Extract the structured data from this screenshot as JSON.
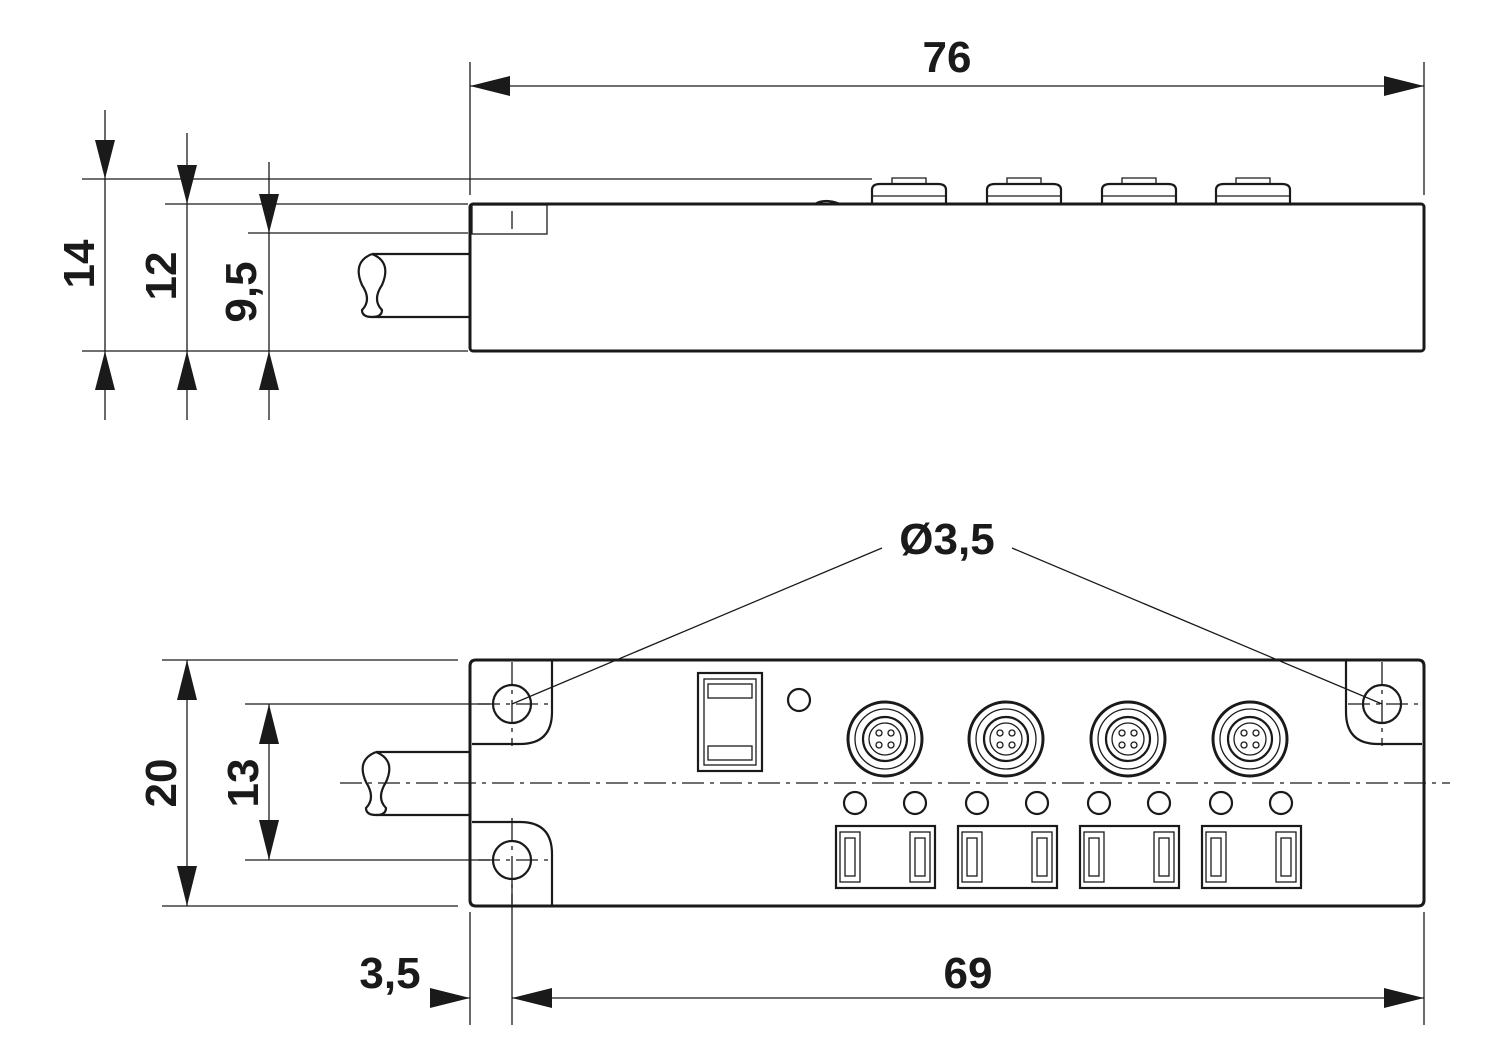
{
  "dimensions": {
    "side_view": {
      "width": "76",
      "height_total": "14",
      "height_body": "12",
      "height_inner": "9,5"
    },
    "top_view": {
      "hole_diameter": "Ø3,5",
      "height": "20",
      "hole_spacing": "13",
      "hole_offset": "3,5",
      "hole_distance": "69"
    }
  },
  "colors": {
    "line": "#1a1a1a",
    "background": "#ffffff"
  }
}
